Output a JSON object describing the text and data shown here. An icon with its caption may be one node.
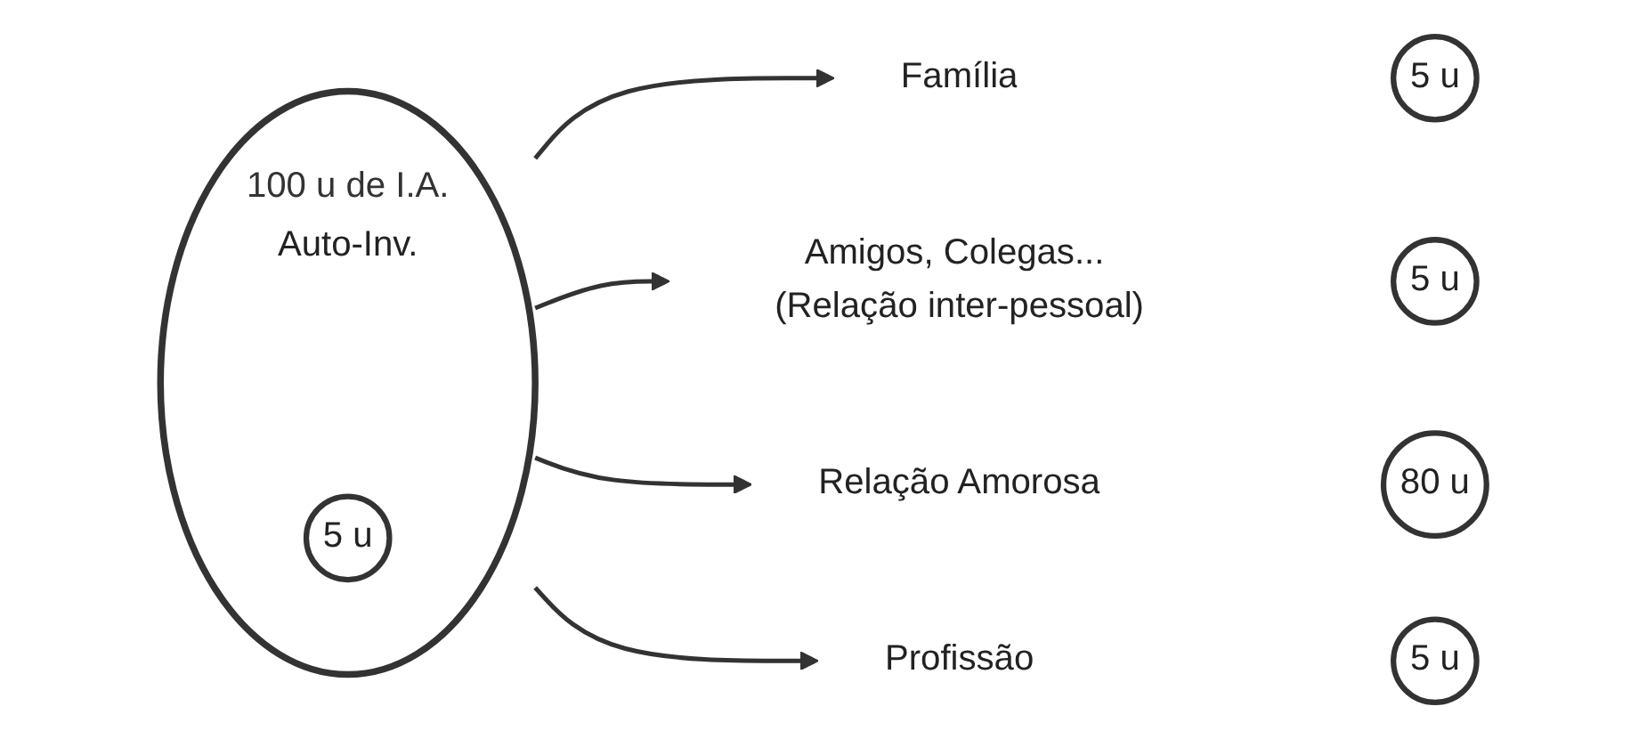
{
  "diagram": {
    "nodes": [
      {
        "text": [
          "100 u de I.A."
        ]
      },
      {
        "text": [
          "Auto-Inv."
        ],
        "in": 0
      },
      {
        "text": [
          "5 u"
        ],
        "in": 0
      },
      {
        "text": [
          "Família"
        ]
      },
      {
        "text": [
          "5 u"
        ]
      },
      {
        "text": [
          "Amigos, Colegas... (Relação inter-pessoal)"
        ]
      },
      {
        "text": [
          "5 u"
        ]
      },
      {
        "text": [
          "Relação Amorosa"
        ]
      },
      {
        "text": [
          "80 u"
        ]
      },
      {
        "text": [
          "Profissão"
        ]
      },
      {
        "text": [
          "5 u"
        ]
      }
    ],
    "edges": [
      {
        "from": 0,
        "to": 3,
        "arrow": "to"
      },
      {
        "from": 0,
        "to": 5,
        "arrow": "to"
      },
      {
        "from": 0,
        "to": 7,
        "arrow": "to"
      },
      {
        "from": 0,
        "to": 9,
        "arrow": "to"
      }
    ]
  }
}
